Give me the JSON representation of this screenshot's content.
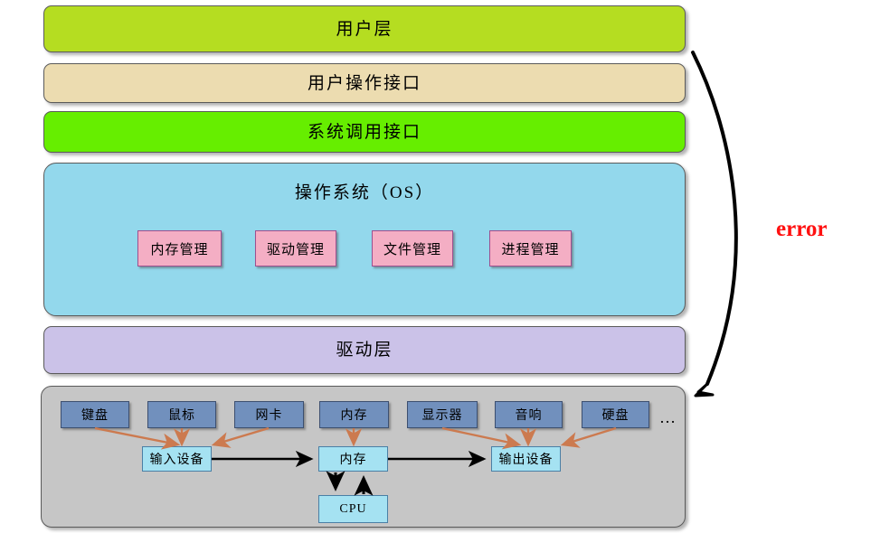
{
  "diagram": {
    "title_layers": [
      {
        "id": "user",
        "label": "用户层",
        "color": "#b5dd21"
      },
      {
        "id": "ui",
        "label": "用户操作接口",
        "color": "#ecdcb0"
      },
      {
        "id": "syscall",
        "label": "系统调用接口",
        "color": "#66ee00"
      },
      {
        "id": "os",
        "label": "操作系统（OS）",
        "color": "#93d8ec"
      },
      {
        "id": "driver",
        "label": "驱动层",
        "color": "#cbc2e8"
      },
      {
        "id": "hardware",
        "label": "",
        "color": "#c6c6c6"
      }
    ],
    "os_modules": [
      {
        "label": "内存管理"
      },
      {
        "label": "驱动管理"
      },
      {
        "label": "文件管理"
      },
      {
        "label": "进程管理"
      }
    ],
    "os_module_color": "#f4aec4",
    "hardware_devices": [
      {
        "label": "键盘"
      },
      {
        "label": "鼠标"
      },
      {
        "label": "网卡"
      },
      {
        "label": "内存"
      },
      {
        "label": "显示器"
      },
      {
        "label": "音响"
      },
      {
        "label": "硬盘"
      }
    ],
    "hardware_device_color": "#7190bd",
    "hardware_ellipsis": "…",
    "io_blocks": [
      {
        "id": "input",
        "label": "输入设备"
      },
      {
        "id": "memory",
        "label": "内存"
      },
      {
        "id": "output",
        "label": "输出设备"
      },
      {
        "id": "cpu",
        "label": "CPU"
      }
    ],
    "io_block_color": "#a5e2f2",
    "annotation": {
      "label": "error",
      "color": "#ff1111",
      "arrow_color": "#000000"
    },
    "device_arrow_color": "#cc7a4f",
    "flow_arrow_color": "#000000"
  }
}
